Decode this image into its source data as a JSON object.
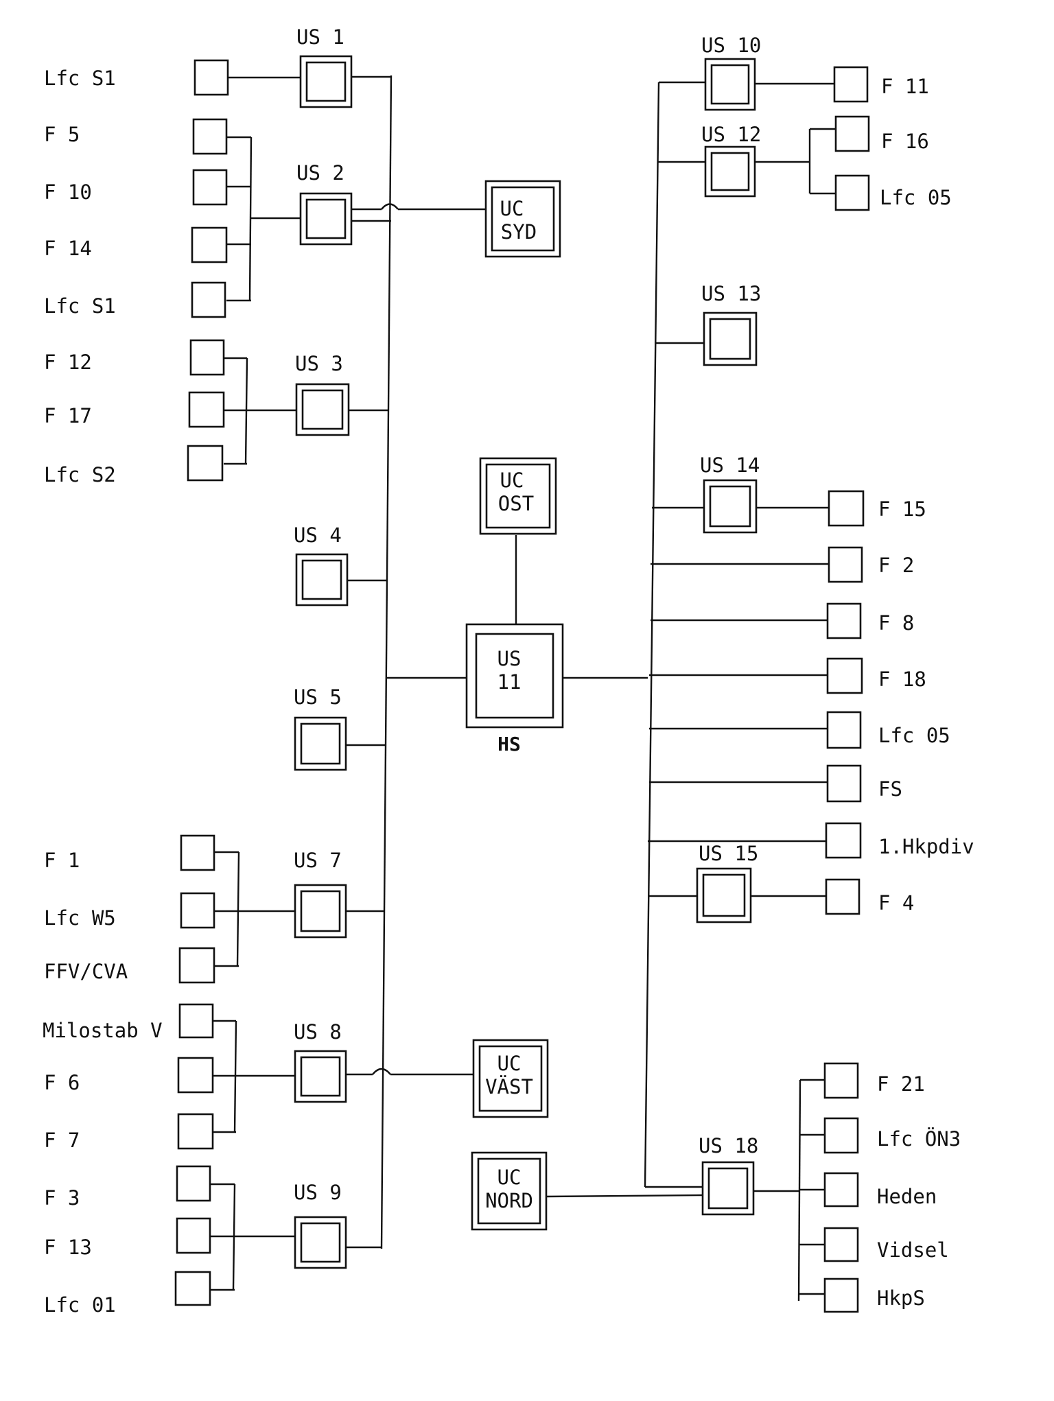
{
  "diagram": {
    "switches": {
      "us1": "US 1",
      "us2": "US 2",
      "us3": "US 3",
      "us4": "US 4",
      "us5": "US 5",
      "us7": "US 7",
      "us8": "US 8",
      "us9": "US 9",
      "us10": "US 10",
      "us12": "US 12",
      "us13": "US 13",
      "us14": "US 14",
      "us15": "US 15",
      "us18": "US 18"
    },
    "central": {
      "line1": "US",
      "line2": "11",
      "caption": "HS"
    },
    "centers": {
      "syd": [
        "UC",
        "SYD"
      ],
      "ost": [
        "UC",
        "OST"
      ],
      "vast": [
        "UC",
        "VÄST"
      ],
      "nord": [
        "UC",
        "NORD"
      ]
    },
    "left_nodes": {
      "lfc_s1_top": "Lfc S1",
      "f5": "F 5",
      "f10": "F 10",
      "f14": "F 14",
      "lfc_s1": "Lfc S1",
      "f12": "F 12",
      "f17": "F 17",
      "lfc_s2": "Lfc S2",
      "f1": "F 1",
      "lfc_w5": "Lfc W5",
      "ffv_cva": "FFV/CVA",
      "milostab_v": "Milostab V",
      "f6": "F 6",
      "f7": "F 7",
      "f3": "F 3",
      "f13": "F 13",
      "lfc_01": "Lfc 01"
    },
    "right_nodes": {
      "f11": "F 11",
      "f16": "F 16",
      "lfc_05_top": "Lfc 05",
      "f15": "F 15",
      "f2": "F 2",
      "f8": "F 8",
      "f18": "F 18",
      "lfc_05": "Lfc 05",
      "fs": "FS",
      "hkpdiv": "1.Hkpdiv",
      "f4": "F 4",
      "f21": "F 21",
      "lfc_on3": "Lfc ÖN3",
      "heden": "Heden",
      "vidsel": "Vidsel",
      "hkps": "HkpS"
    }
  }
}
